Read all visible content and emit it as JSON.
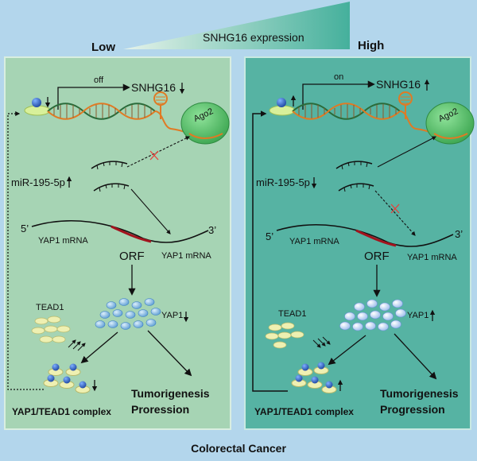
{
  "header": {
    "low": "Low",
    "high": "High",
    "expression": "SNHG16 expression"
  },
  "footer": {
    "title": "Colorectal Cancer"
  },
  "left": {
    "switch": "off",
    "snhg": "SNHG16",
    "ago": "Ago2",
    "mirna": "miR-195-5p",
    "five": "5’",
    "three": "3’",
    "mrna_a": "YAP1 mRNA",
    "mrna_b": "YAP1 mRNA",
    "orf": "ORF",
    "tead": "TEAD1",
    "yap": "YAP1",
    "outcome1": "Tumorigenesis",
    "outcome2": "Proression",
    "complex": "YAP1/TEAD1 complex"
  },
  "right": {
    "switch": "on",
    "snhg": "SNHG16",
    "ago": "Ago2",
    "mirna": "miR-195-5p",
    "five": "5’",
    "three": "3’",
    "mrna_a": "YAP1 mRNA",
    "mrna_b": "YAP1 mRNA",
    "orf": "ORF",
    "tead": "TEAD1",
    "yap": "YAP1",
    "outcome1": "Tumorigenesis",
    "outcome2": "Progression",
    "complex": "YAP1/TEAD1 complex"
  },
  "colors": {
    "background": "#b3d6ec",
    "left_panel": "#a6d4b4",
    "right_panel": "#56b3a3",
    "orange": "#e07a24",
    "ago_green": "#48bd5c",
    "tead_yellow": "#eef0b2",
    "yap_blue": "#2f68c4",
    "mrna_red": "#a3141e"
  }
}
